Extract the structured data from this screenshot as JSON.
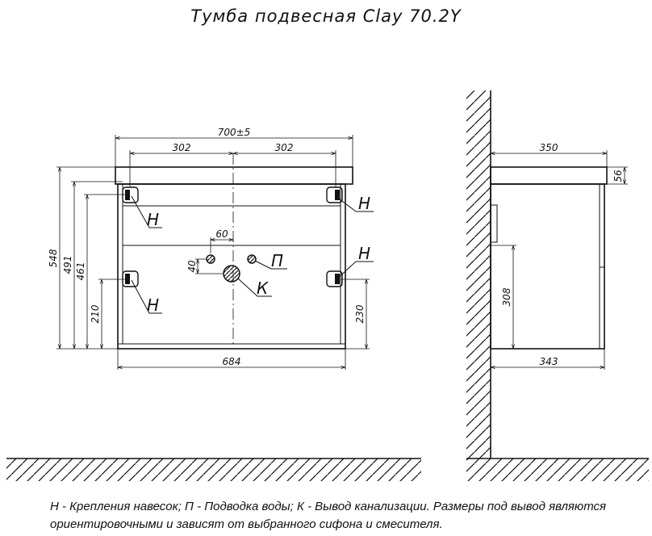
{
  "title": "Тумба подвесная Clay 70.2Y",
  "legend": [
    "Н - Крепления навесок; П - Подводка воды; К - Вывод канализации. Размеры под вывод являются",
    "ориентировочными и зависят от выбранного сифона и смесителя."
  ],
  "front_view": {
    "width_top": "700±5",
    "half_left": "302",
    "half_right": "302",
    "width_bottom": "684",
    "height_total": "548",
    "height_2": "491",
    "height_3": "461",
    "height_4": "210",
    "height_right": "230",
    "pipe_offset_x": "60",
    "pipe_offset_y": "40",
    "label_h": "Н",
    "label_p": "П",
    "label_k": "К"
  },
  "side_view": {
    "depth_top": "350",
    "top_thickness": "56",
    "depth_bottom": "343",
    "height_drawer": "308"
  },
  "colors": {
    "line": "#111111",
    "background": "#ffffff"
  }
}
